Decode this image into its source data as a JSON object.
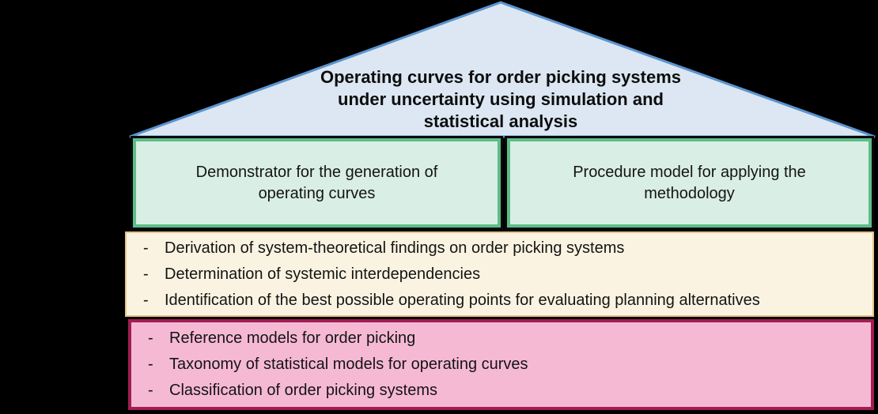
{
  "roof": {
    "title_lines": [
      "Operating curves for order picking systems",
      "under uncertainty using simulation and",
      "statistical analysis"
    ]
  },
  "pillars": {
    "left": {
      "lines": [
        "Demonstrator for the generation of",
        "operating curves"
      ]
    },
    "right": {
      "lines": [
        "Procedure model for applying the",
        "methodology"
      ]
    }
  },
  "findings_band": {
    "bullet": "-",
    "items": [
      "Derivation of system-theoretical findings on order picking systems",
      "Determination of systemic interdependencies",
      "Identification of the best possible operating points for evaluating planning alternatives"
    ]
  },
  "foundation_band": {
    "bullet": "-",
    "items": [
      "Reference models for order picking",
      "Taxonomy of statistical models for operating curves",
      "Classification of order picking systems"
    ]
  },
  "colors": {
    "background": "#000000",
    "roof_fill": "#dce7f3",
    "roof_stroke": "#5b94cf",
    "pillar_fill": "#d9eee4",
    "pillar_inner_border": "#5ebd8a",
    "pillar_outer_border": "#0a0a0a",
    "findings_fill": "#faf3e1",
    "findings_border": "#e3c48b",
    "foundation_fill": "#f6b9d4",
    "foundation_border": "#a11d52",
    "text": "#0d0d0d"
  }
}
